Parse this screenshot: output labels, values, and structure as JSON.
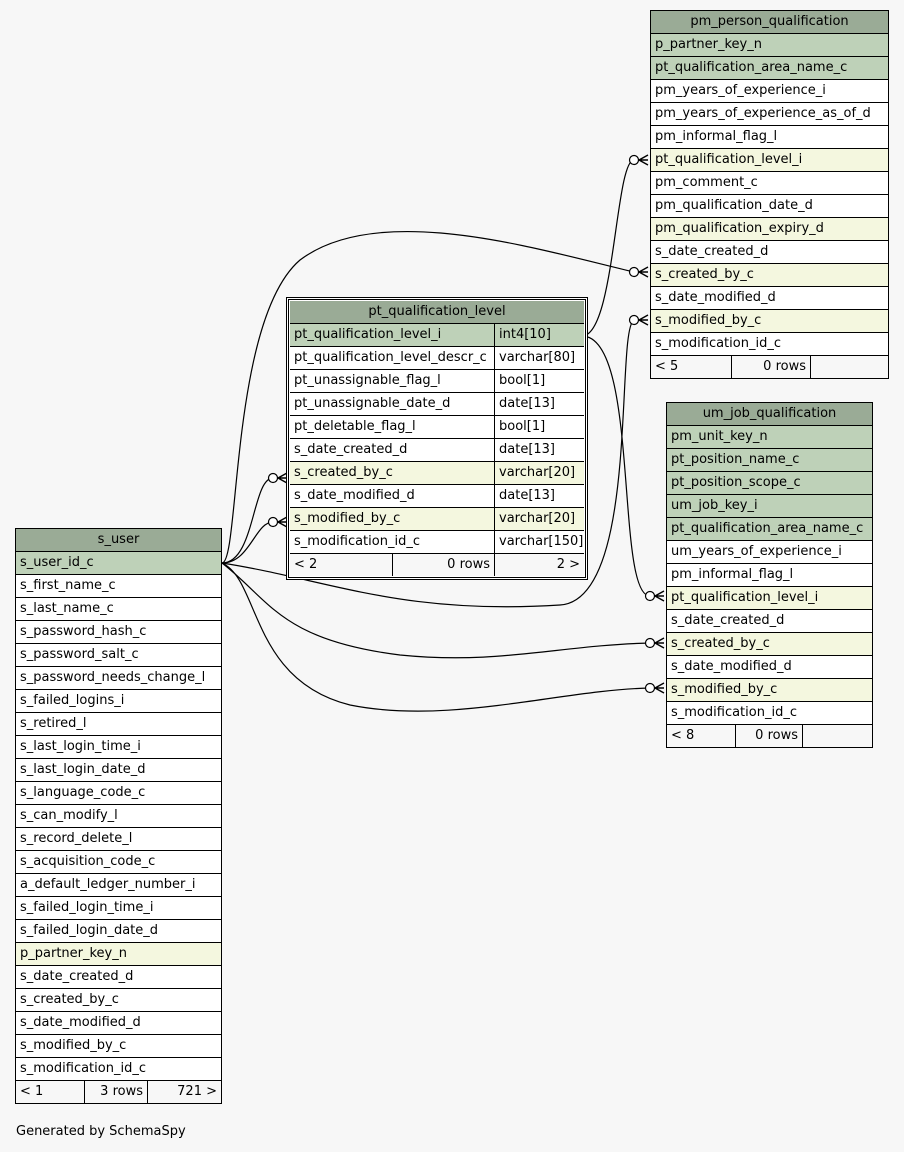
{
  "generator_text": "Generated by SchemaSpy",
  "tables": {
    "pm_person_qualification": {
      "name": "pm_person_qualification",
      "columns": [
        {
          "name": "p_partner_key_n",
          "kind": "pk"
        },
        {
          "name": "pt_qualification_area_name_c",
          "kind": "pk"
        },
        {
          "name": "pm_years_of_experience_i",
          "kind": ""
        },
        {
          "name": "pm_years_of_experience_as_of_d",
          "kind": ""
        },
        {
          "name": "pm_informal_flag_l",
          "kind": ""
        },
        {
          "name": "pt_qualification_level_i",
          "kind": "fk"
        },
        {
          "name": "pm_comment_c",
          "kind": ""
        },
        {
          "name": "pm_qualification_date_d",
          "kind": ""
        },
        {
          "name": "pm_qualification_expiry_d",
          "kind": "fk"
        },
        {
          "name": "s_date_created_d",
          "kind": ""
        },
        {
          "name": "s_created_by_c",
          "kind": "fk"
        },
        {
          "name": "s_date_modified_d",
          "kind": ""
        },
        {
          "name": "s_modified_by_c",
          "kind": "fk"
        },
        {
          "name": "s_modification_id_c",
          "kind": ""
        }
      ],
      "footer": [
        "< 5",
        "0 rows",
        ""
      ]
    },
    "pt_qualification_level": {
      "name": "pt_qualification_level",
      "columns": [
        {
          "name": "pt_qualification_level_i",
          "type": "int4[10]",
          "kind": "pk"
        },
        {
          "name": "pt_qualification_level_descr_c",
          "type": "varchar[80]",
          "kind": ""
        },
        {
          "name": "pt_unassignable_flag_l",
          "type": "bool[1]",
          "kind": ""
        },
        {
          "name": "pt_unassignable_date_d",
          "type": "date[13]",
          "kind": ""
        },
        {
          "name": "pt_deletable_flag_l",
          "type": "bool[1]",
          "kind": ""
        },
        {
          "name": "s_date_created_d",
          "type": "date[13]",
          "kind": ""
        },
        {
          "name": "s_created_by_c",
          "type": "varchar[20]",
          "kind": "fk"
        },
        {
          "name": "s_date_modified_d",
          "type": "date[13]",
          "kind": ""
        },
        {
          "name": "s_modified_by_c",
          "type": "varchar[20]",
          "kind": "fk"
        },
        {
          "name": "s_modification_id_c",
          "type": "varchar[150]",
          "kind": ""
        }
      ],
      "footer": [
        "< 2",
        "0 rows",
        "2 >"
      ]
    },
    "um_job_qualification": {
      "name": "um_job_qualification",
      "columns": [
        {
          "name": "pm_unit_key_n",
          "kind": "pk"
        },
        {
          "name": "pt_position_name_c",
          "kind": "pk"
        },
        {
          "name": "pt_position_scope_c",
          "kind": "pk"
        },
        {
          "name": "um_job_key_i",
          "kind": "pk"
        },
        {
          "name": "pt_qualification_area_name_c",
          "kind": "pk"
        },
        {
          "name": "um_years_of_experience_i",
          "kind": ""
        },
        {
          "name": "pm_informal_flag_l",
          "kind": ""
        },
        {
          "name": "pt_qualification_level_i",
          "kind": "fk"
        },
        {
          "name": "s_date_created_d",
          "kind": ""
        },
        {
          "name": "s_created_by_c",
          "kind": "fk"
        },
        {
          "name": "s_date_modified_d",
          "kind": ""
        },
        {
          "name": "s_modified_by_c",
          "kind": "fk"
        },
        {
          "name": "s_modification_id_c",
          "kind": ""
        }
      ],
      "footer": [
        "< 8",
        "0 rows",
        ""
      ]
    },
    "s_user": {
      "name": "s_user",
      "columns": [
        {
          "name": "s_user_id_c",
          "kind": "pk"
        },
        {
          "name": "s_first_name_c",
          "kind": ""
        },
        {
          "name": "s_last_name_c",
          "kind": ""
        },
        {
          "name": "s_password_hash_c",
          "kind": ""
        },
        {
          "name": "s_password_salt_c",
          "kind": ""
        },
        {
          "name": "s_password_needs_change_l",
          "kind": ""
        },
        {
          "name": "s_failed_logins_i",
          "kind": ""
        },
        {
          "name": "s_retired_l",
          "kind": ""
        },
        {
          "name": "s_last_login_time_i",
          "kind": ""
        },
        {
          "name": "s_last_login_date_d",
          "kind": ""
        },
        {
          "name": "s_language_code_c",
          "kind": ""
        },
        {
          "name": "s_can_modify_l",
          "kind": ""
        },
        {
          "name": "s_record_delete_l",
          "kind": ""
        },
        {
          "name": "s_acquisition_code_c",
          "kind": ""
        },
        {
          "name": "a_default_ledger_number_i",
          "kind": ""
        },
        {
          "name": "s_failed_login_time_i",
          "kind": ""
        },
        {
          "name": "s_failed_login_date_d",
          "kind": ""
        },
        {
          "name": "p_partner_key_n",
          "kind": "fk"
        },
        {
          "name": "s_date_created_d",
          "kind": ""
        },
        {
          "name": "s_created_by_c",
          "kind": ""
        },
        {
          "name": "s_date_modified_d",
          "kind": ""
        },
        {
          "name": "s_modified_by_c",
          "kind": ""
        },
        {
          "name": "s_modification_id_c",
          "kind": ""
        }
      ],
      "footer": [
        "< 1",
        "3 rows",
        "721 >"
      ]
    }
  },
  "relationships": [
    {
      "from": "pt_qualification_level.pt_qualification_level_i",
      "to": "pm_person_qualification.pt_qualification_level_i"
    },
    {
      "from": "pt_qualification_level.pt_qualification_level_i",
      "to": "um_job_qualification.pt_qualification_level_i"
    },
    {
      "from": "s_user.s_user_id_c",
      "to": "pt_qualification_level.s_created_by_c"
    },
    {
      "from": "s_user.s_user_id_c",
      "to": "pt_qualification_level.s_modified_by_c"
    },
    {
      "from": "s_user.s_user_id_c",
      "to": "pm_person_qualification.s_created_by_c"
    },
    {
      "from": "s_user.s_user_id_c",
      "to": "pm_person_qualification.s_modified_by_c"
    },
    {
      "from": "s_user.s_user_id_c",
      "to": "um_job_qualification.s_created_by_c"
    },
    {
      "from": "s_user.s_user_id_c",
      "to": "um_job_qualification.s_modified_by_c"
    }
  ]
}
